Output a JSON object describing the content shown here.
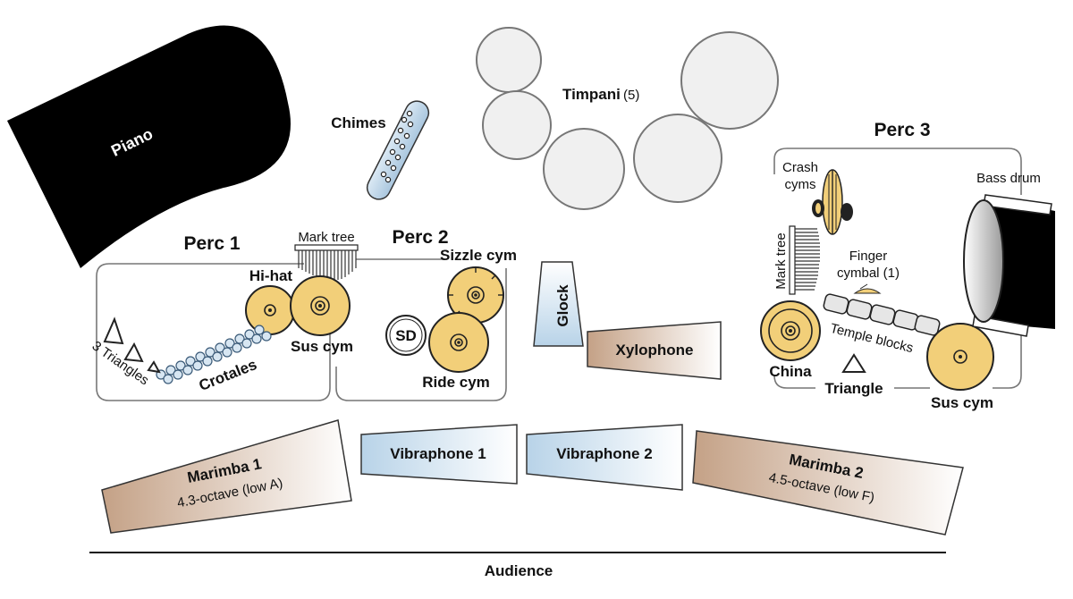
{
  "diagram": {
    "piano": "Piano",
    "chimes": "Chimes",
    "timpani": "Timpani",
    "timpani_count": "(5)",
    "perc1": "Perc 1",
    "perc2": "Perc 2",
    "perc3": "Perc 3",
    "mark_tree": "Mark tree",
    "mark_tree_perc3": "Mark tree",
    "hi_hat": "Hi-hat",
    "sus_cym": "Sus cym",
    "sus_cym_perc3": "Sus cym",
    "sizzle_cym": "Sizzle cym",
    "ride_cym": "Ride cym",
    "sd": "SD",
    "triangles": "3 Triangles",
    "crotales": "Crotales",
    "glock": "Glock",
    "xylophone": "Xylophone",
    "crash_cyms_line1": "Crash",
    "crash_cyms_line2": "cyms",
    "bass_drum": "Bass drum",
    "finger_cymbal_line1": "Finger",
    "finger_cymbal_line2": "cymbal (1)",
    "temple_blocks": "Temple blocks",
    "china": "China",
    "triangle": "Triangle",
    "marimba1_name": "Marimba 1",
    "marimba1_range": "4.3-octave (low A)",
    "vibraphone1": "Vibraphone 1",
    "vibraphone2": "Vibraphone 2",
    "marimba2_name": "Marimba 2",
    "marimba2_range": "4.5-octave (low F)",
    "audience": "Audience"
  },
  "colors": {
    "cymbal": "#f2cf79",
    "wood": "#c8a88c",
    "metal_bar": "#bcd6ea",
    "timpani": "#f0f0f0",
    "piano": "#000000"
  }
}
